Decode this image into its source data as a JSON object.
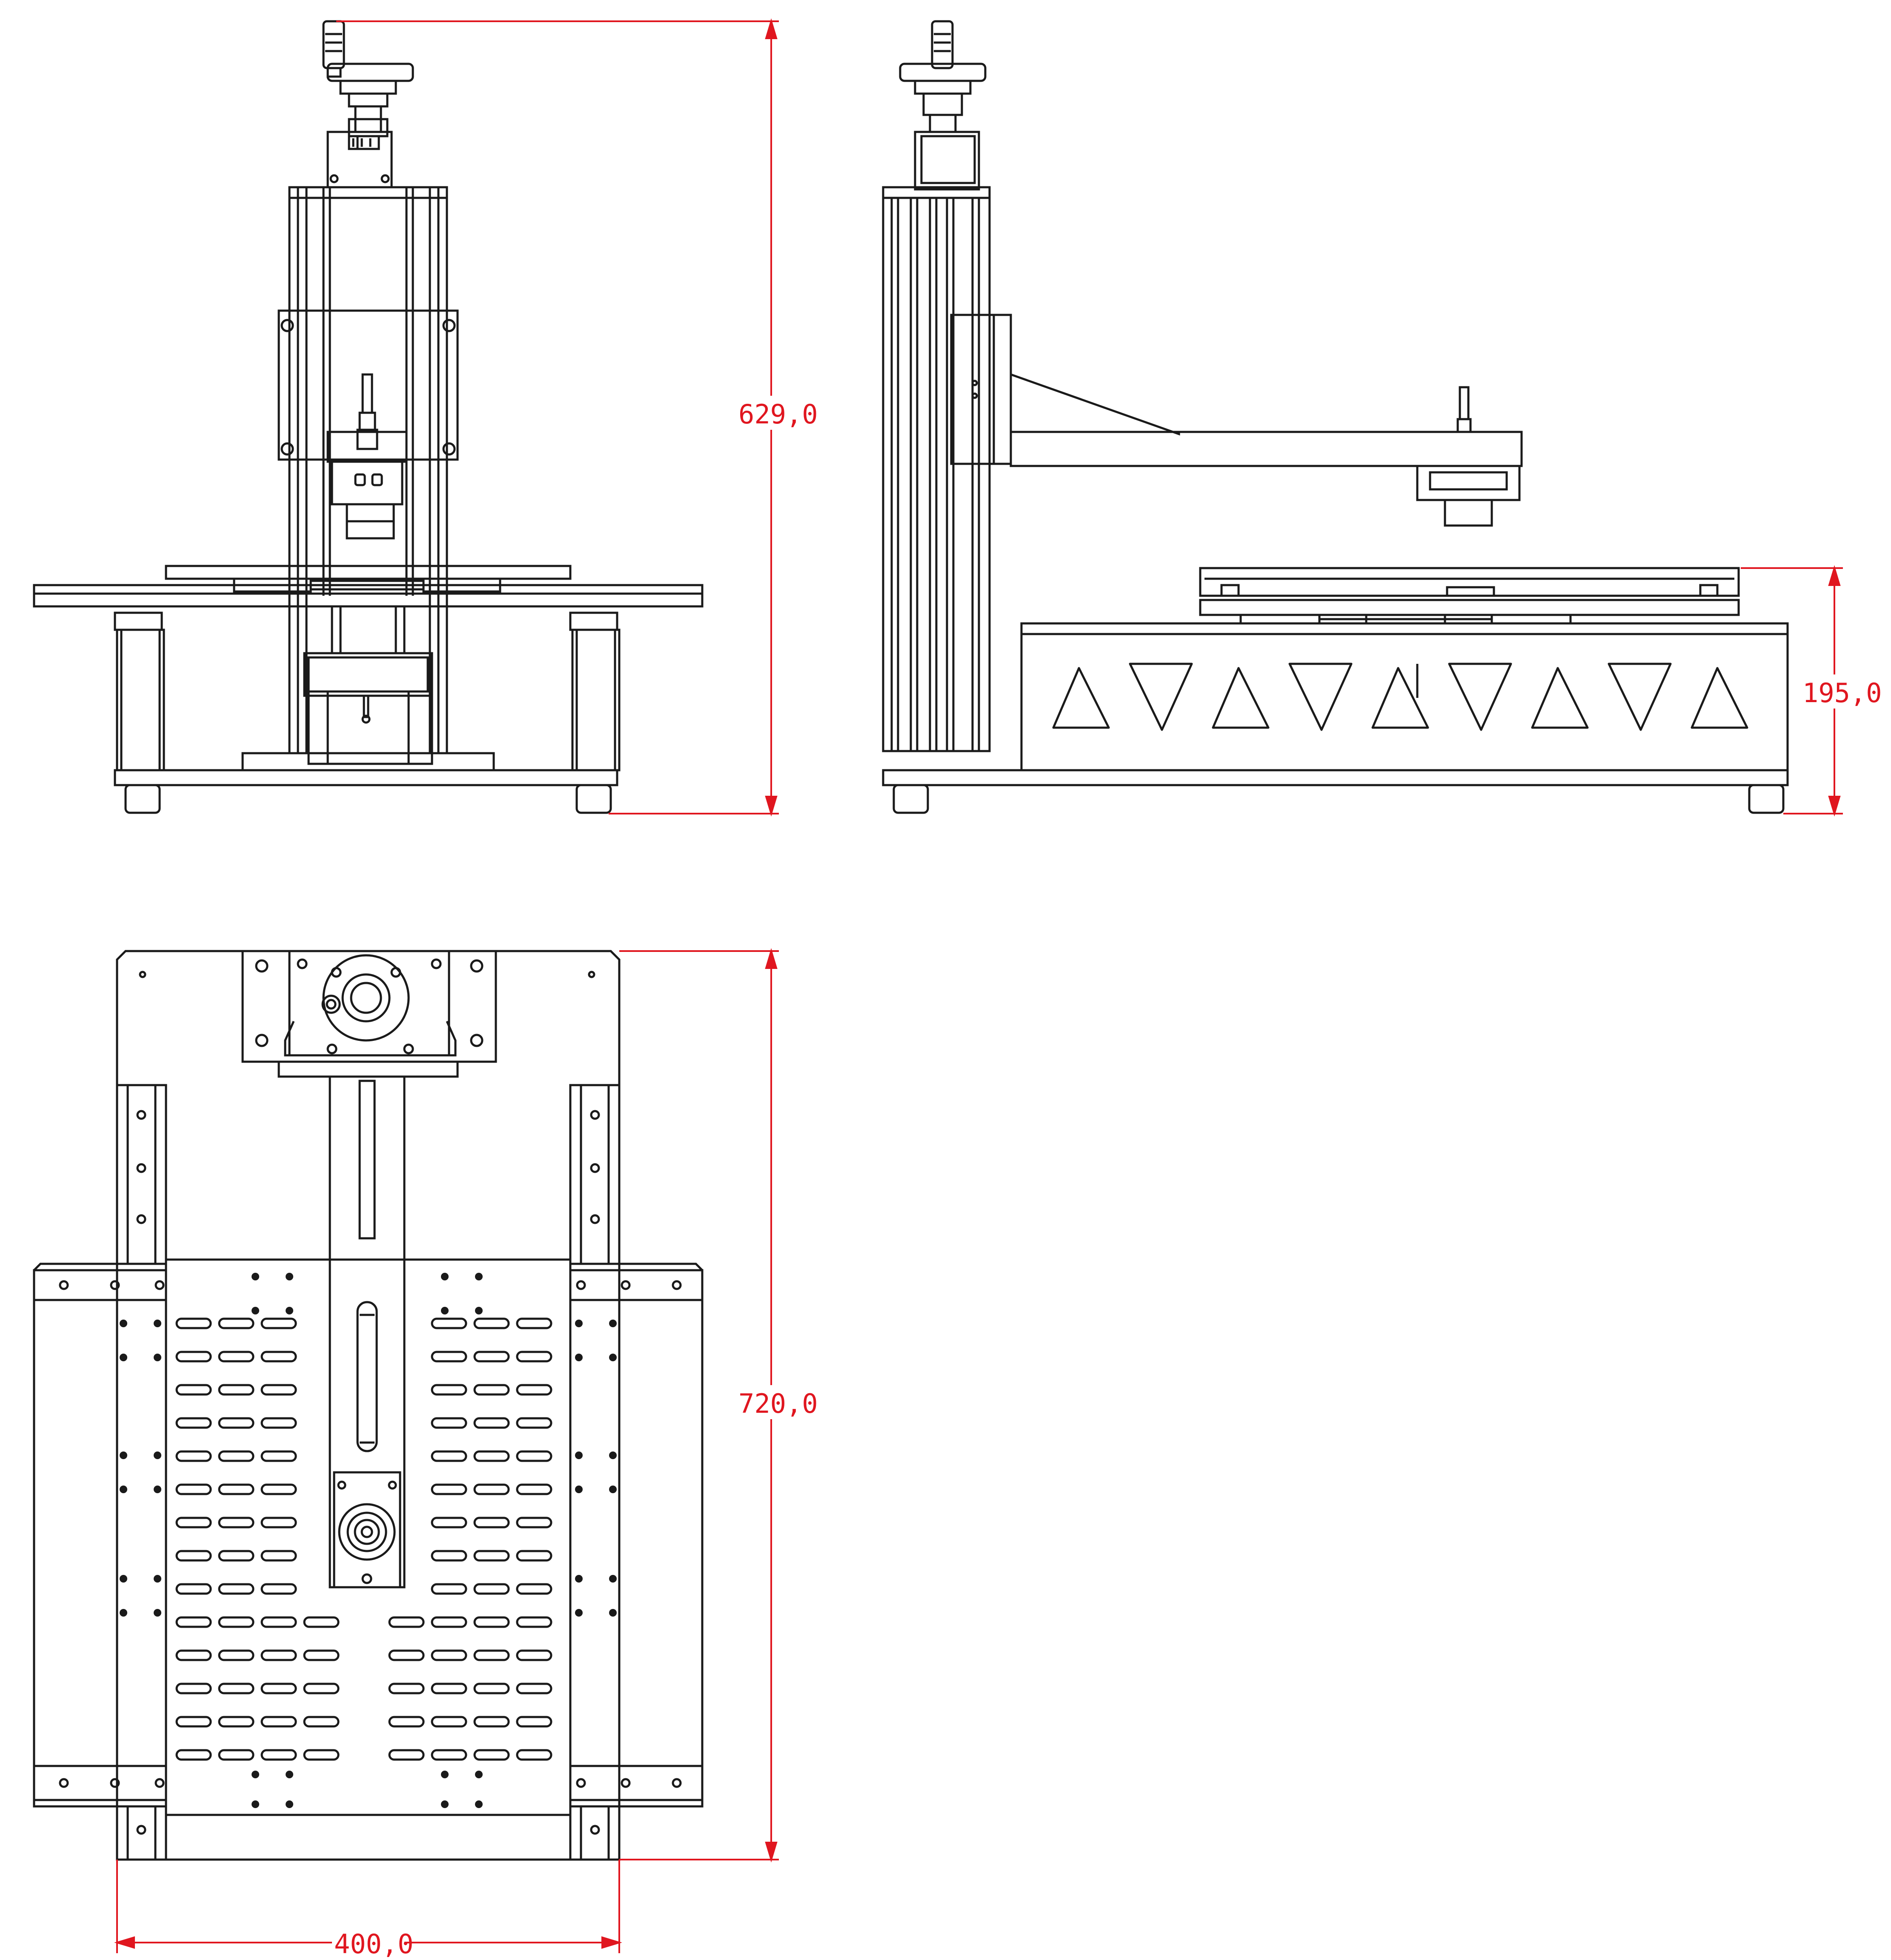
{
  "colors": {
    "line": "#1a1a1a",
    "dimension": "#e0161f",
    "background": "#ffffff"
  },
  "dimensions": {
    "front_height": "629,0",
    "side_table_height": "195,0",
    "top_depth": "720,0",
    "top_width": "400,0"
  },
  "views": [
    "front-view",
    "side-view",
    "top-view"
  ]
}
